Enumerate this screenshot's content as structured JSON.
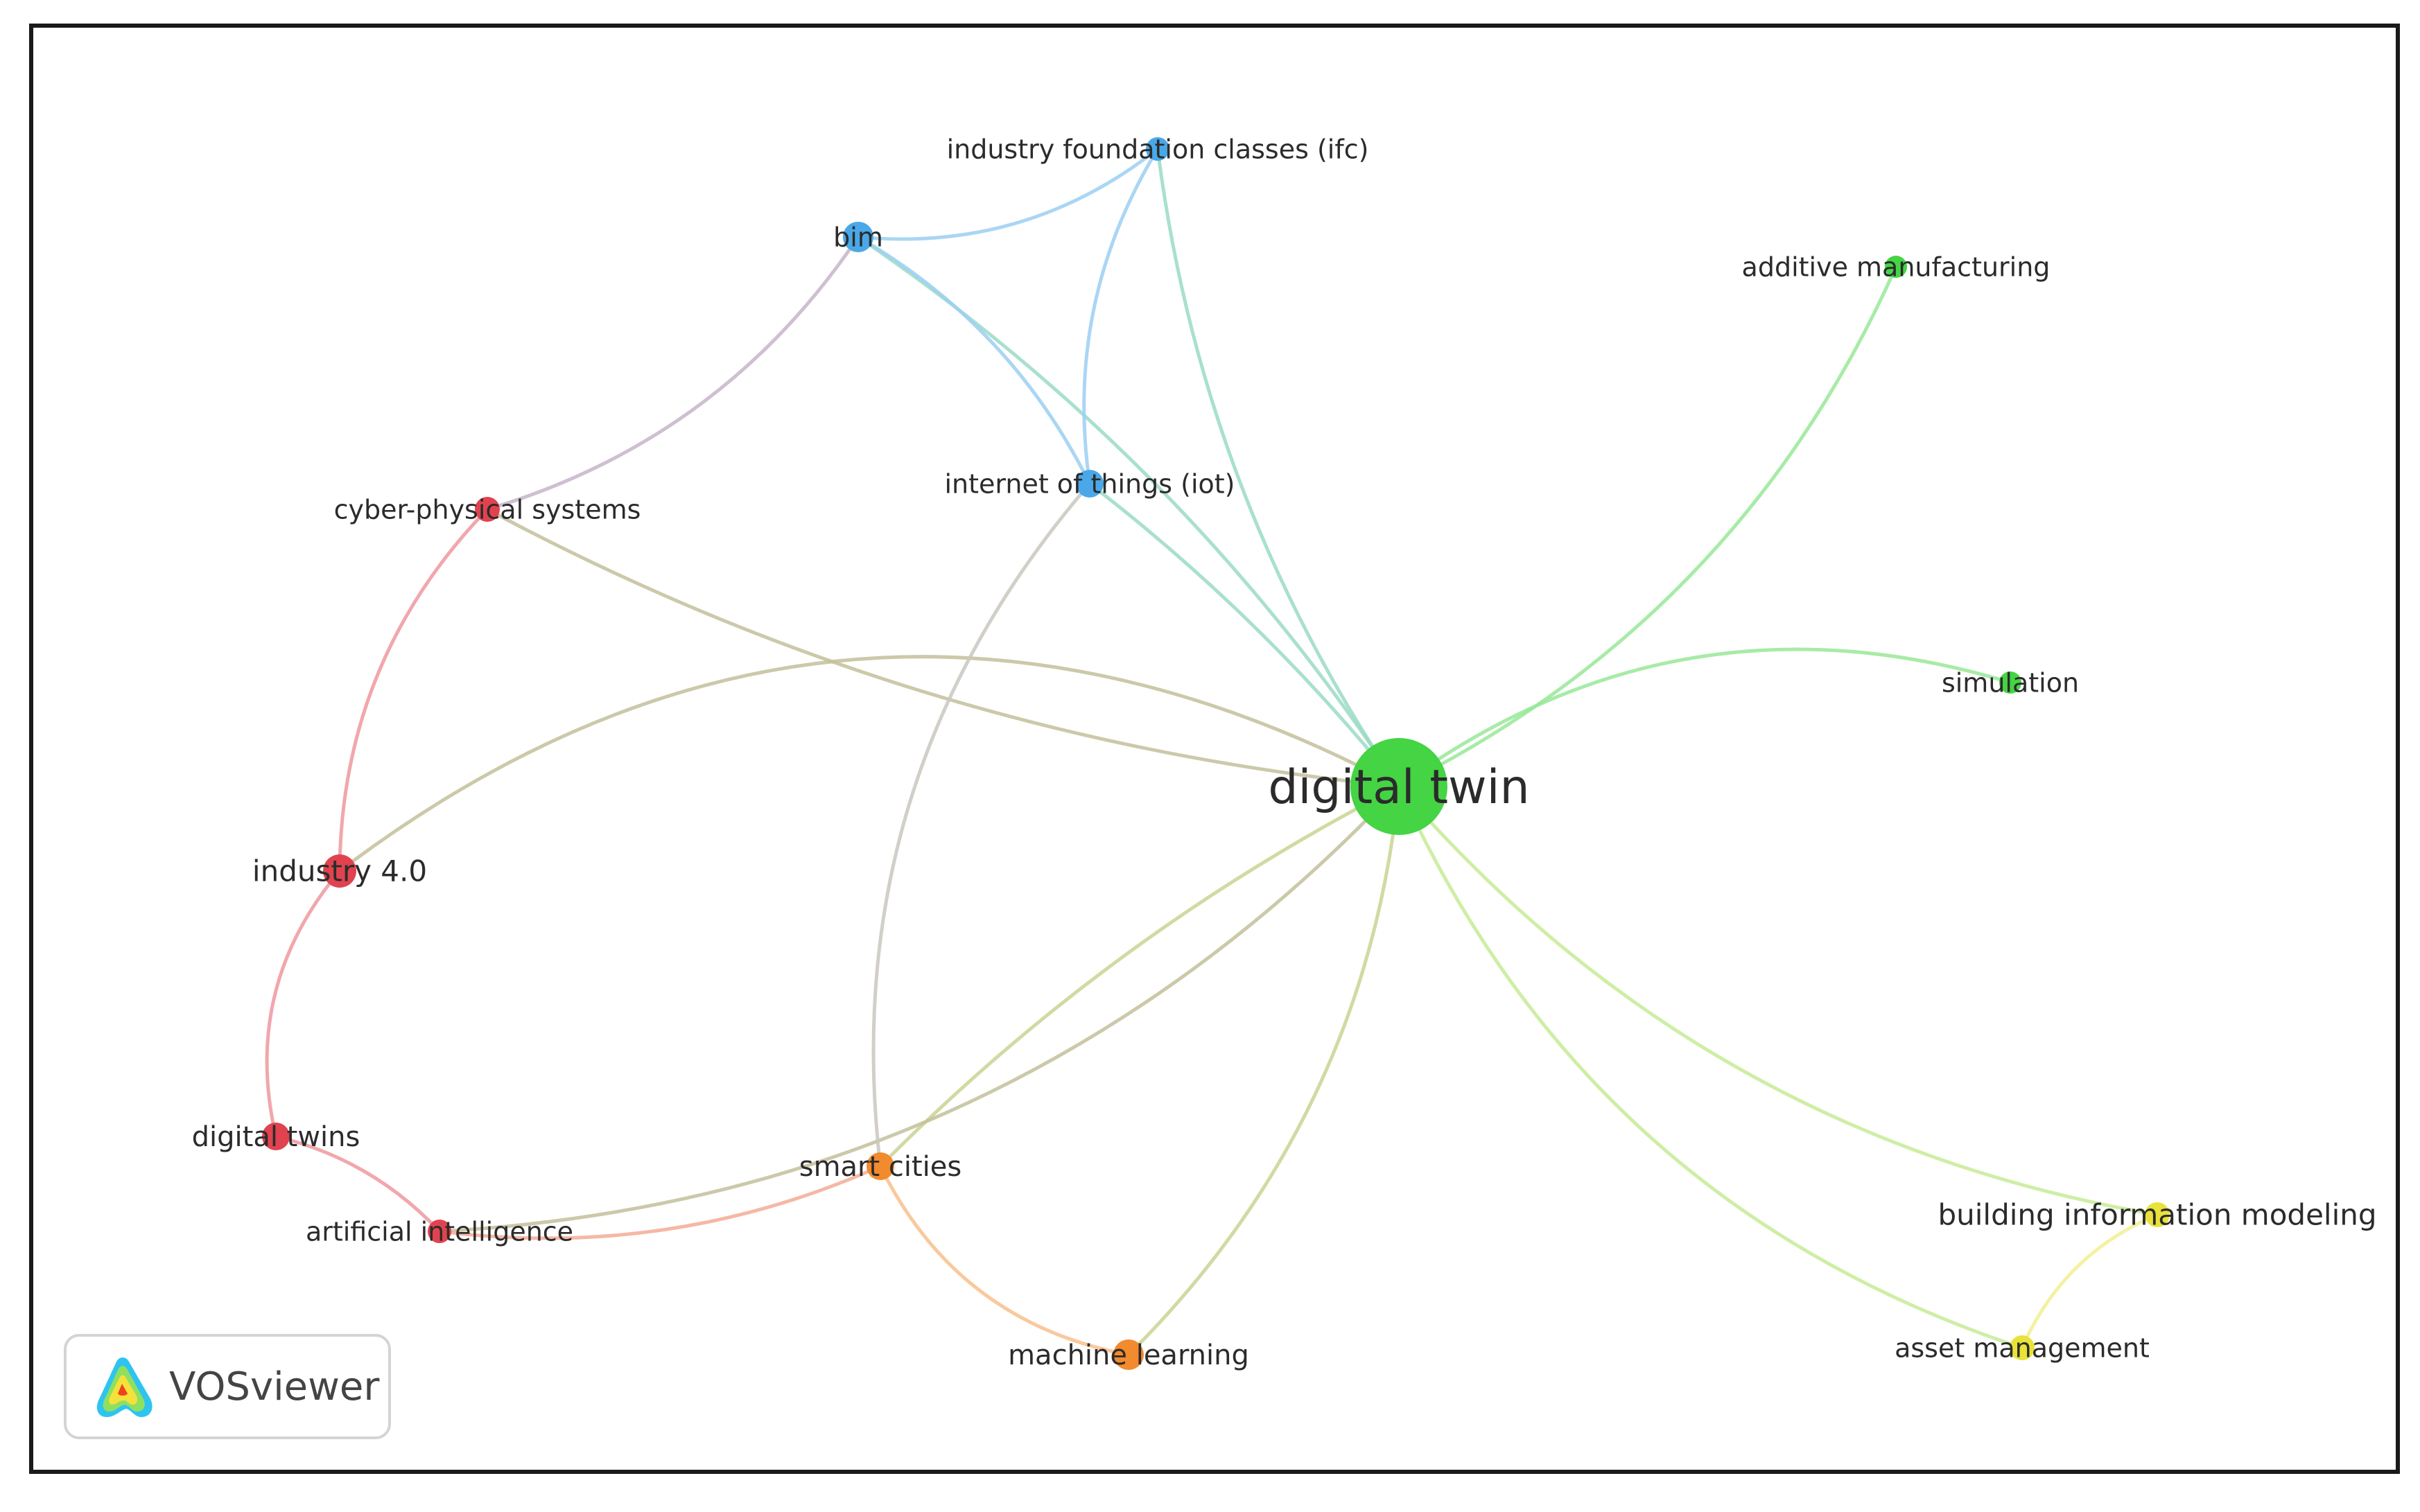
{
  "network": {
    "nodes": [
      {
        "id": "digital-twin",
        "label": "digital twin",
        "cluster": "green"
      },
      {
        "id": "bim",
        "label": "bim",
        "cluster": "blue"
      },
      {
        "id": "ifc",
        "label": "industry foundation classes (ifc)",
        "cluster": "blue"
      },
      {
        "id": "iot",
        "label": "internet of things (iot)",
        "cluster": "blue"
      },
      {
        "id": "additive",
        "label": "additive manufacturing",
        "cluster": "green"
      },
      {
        "id": "simulation",
        "label": "simulation",
        "cluster": "green"
      },
      {
        "id": "cps",
        "label": "cyber-physical systems",
        "cluster": "red"
      },
      {
        "id": "industry40",
        "label": "industry 4.0",
        "cluster": "red"
      },
      {
        "id": "digital-twins",
        "label": "digital twins",
        "cluster": "red"
      },
      {
        "id": "ai",
        "label": "artificial intelligence",
        "cluster": "red"
      },
      {
        "id": "smart-cities",
        "label": "smart cities",
        "cluster": "orange"
      },
      {
        "id": "ml",
        "label": "machine learning",
        "cluster": "orange"
      },
      {
        "id": "bim-modeling",
        "label": "building information modeling",
        "cluster": "yellow"
      },
      {
        "id": "asset-mgmt",
        "label": "asset management",
        "cluster": "yellow"
      }
    ],
    "edges": [
      {
        "from": "digital-twin",
        "to": "bim"
      },
      {
        "from": "digital-twin",
        "to": "ifc"
      },
      {
        "from": "digital-twin",
        "to": "iot"
      },
      {
        "from": "digital-twin",
        "to": "additive"
      },
      {
        "from": "digital-twin",
        "to": "simulation"
      },
      {
        "from": "digital-twin",
        "to": "cps"
      },
      {
        "from": "digital-twin",
        "to": "industry40"
      },
      {
        "from": "digital-twin",
        "to": "smart-cities"
      },
      {
        "from": "digital-twin",
        "to": "ai"
      },
      {
        "from": "digital-twin",
        "to": "ml"
      },
      {
        "from": "digital-twin",
        "to": "bim-modeling"
      },
      {
        "from": "digital-twin",
        "to": "asset-mgmt"
      },
      {
        "from": "bim",
        "to": "ifc"
      },
      {
        "from": "bim",
        "to": "iot"
      },
      {
        "from": "bim",
        "to": "cps"
      },
      {
        "from": "ifc",
        "to": "iot"
      },
      {
        "from": "iot",
        "to": "smart-cities"
      },
      {
        "from": "cps",
        "to": "industry40"
      },
      {
        "from": "industry40",
        "to": "digital-twins"
      },
      {
        "from": "digital-twins",
        "to": "ai"
      },
      {
        "from": "ai",
        "to": "smart-cities"
      },
      {
        "from": "smart-cities",
        "to": "ml"
      },
      {
        "from": "bim-modeling",
        "to": "asset-mgmt"
      }
    ],
    "cluster_colors": {
      "green": "#44d444",
      "blue": "#4aa8e8",
      "red": "#e0434f",
      "orange": "#f28a2e",
      "yellow": "#e8e23a"
    }
  },
  "badge": {
    "text": "VOSviewer"
  }
}
